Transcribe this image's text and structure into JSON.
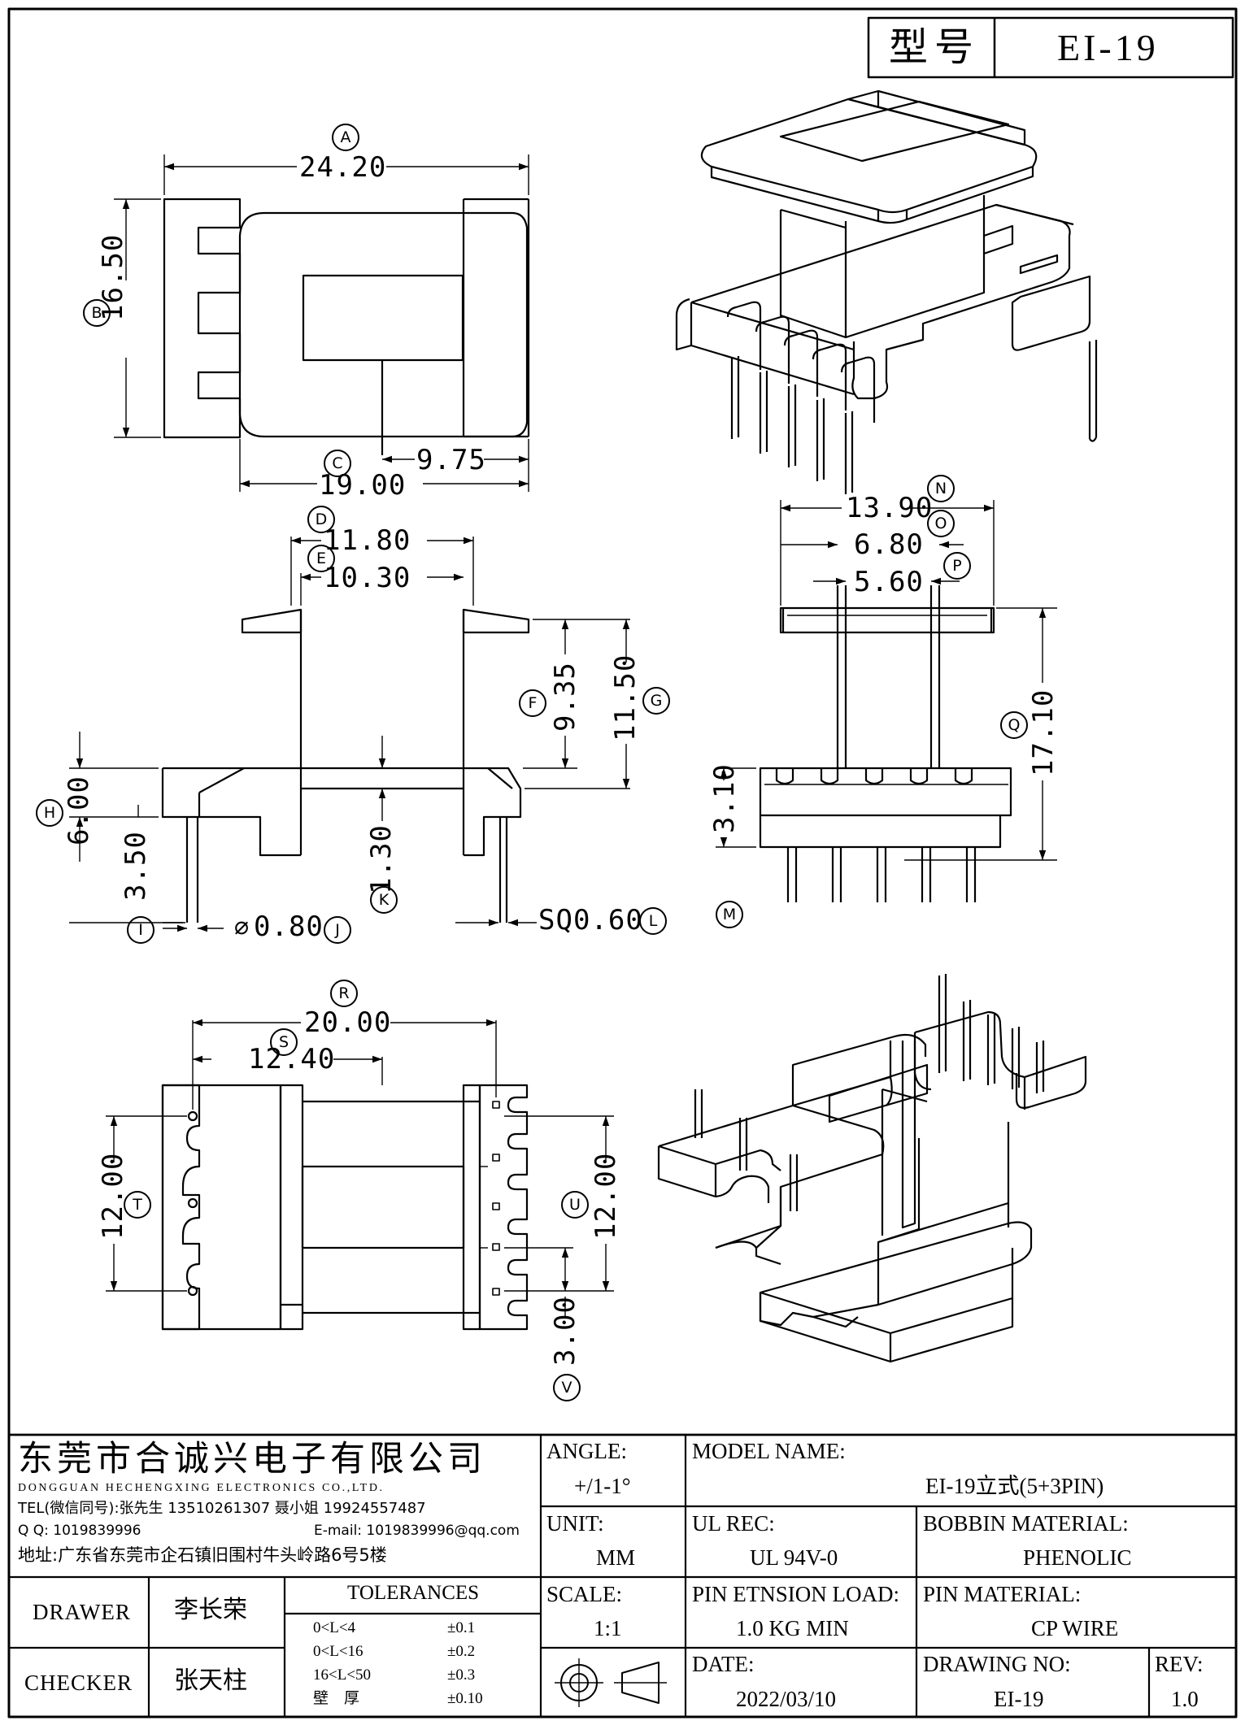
{
  "header": {
    "model_label": "型号",
    "model_value": "EI-19"
  },
  "dims": {
    "A": "24.20",
    "B": "16.50",
    "C": "19.00",
    "c2": "9.75",
    "D": "11.80",
    "E": "10.30",
    "F": "9.35",
    "G": "11.50",
    "H": "6.00",
    "h2": "3.50",
    "K": "1.30",
    "J": "0.80",
    "L": "SQ0.60",
    "N": "13.90",
    "O": "6.80",
    "P": "5.60",
    "Q": "17.10",
    "M": "3.10",
    "R": "20.00",
    "S": "12.40",
    "T": "12.00",
    "U": "12.00",
    "V": "3.00",
    "diameter_symbol": "⌀"
  },
  "letters": [
    "A",
    "B",
    "C",
    "D",
    "E",
    "F",
    "G",
    "H",
    "I",
    "J",
    "K",
    "L",
    "M",
    "N",
    "O",
    "P",
    "Q",
    "R",
    "S",
    "T",
    "U",
    "V"
  ],
  "company": {
    "name_cn": "东莞市合诚兴电子有限公司",
    "name_en": "DONGGUAN HECHENGXING ELECTRONICS CO.,LTD.",
    "tel": "TEL(微信同号):张先生 13510261307 聂小姐 19924557487",
    "qq": "Q Q: 1019839996",
    "email": "E-mail: 1019839996@qq.com",
    "address": "地址:广东省东莞市企石镇旧围村牛头岭路6号5楼"
  },
  "block": {
    "angle_label": "ANGLE:",
    "angle_value": "+/1-1°",
    "unit_label": "UNIT:",
    "unit_value": "MM",
    "scale_label": "SCALE:",
    "scale_value": "1:1",
    "model_name_label": "MODEL NAME:",
    "model_name_value": "EI-19立式(5+3PIN)",
    "ul_label": "UL REC:",
    "ul_value": "UL 94V-0",
    "bobbin_label": "BOBBIN MATERIAL:",
    "bobbin_value": "PHENOLIC",
    "pin_load_label": "PIN ETNSION LOAD:",
    "pin_load_value": "1.0 KG MIN",
    "pin_mat_label": "PIN MATERIAL:",
    "pin_mat_value": "CP WIRE",
    "date_label": "DATE:",
    "date_value": "2022/03/10",
    "drawing_no_label": "DRAWING NO:",
    "drawing_no_value": "EI-19",
    "rev_label": "REV:",
    "rev_value": "1.0",
    "drawer_label": "DRAWER",
    "drawer_name": "李长荣",
    "checker_label": "CHECKER",
    "checker_name": "张天柱",
    "tol_title": "TOLERANCES",
    "tolerances": [
      {
        "range": "0<L<4",
        "value": "±0.1"
      },
      {
        "range": "0<L<16",
        "value": "±0.2"
      },
      {
        "range": "16<L<50",
        "value": "±0.3"
      },
      {
        "range": "壁　厚",
        "value": "±0.10"
      }
    ]
  }
}
